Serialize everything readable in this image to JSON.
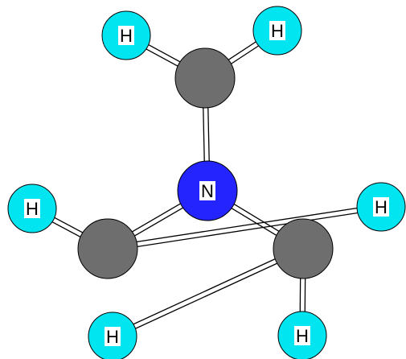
{
  "molecule": {
    "atoms": [
      {
        "id": "N1",
        "element": "N",
        "label": "N",
        "color": "#2424ff"
      },
      {
        "id": "C1",
        "element": "C",
        "label": "",
        "color": "#6e6e6e"
      },
      {
        "id": "C2",
        "element": "C",
        "label": "",
        "color": "#6e6e6e"
      },
      {
        "id": "C3",
        "element": "C",
        "label": "",
        "color": "#6e6e6e"
      },
      {
        "id": "H1",
        "element": "H",
        "label": "H",
        "color": "#00e5f0"
      },
      {
        "id": "H2",
        "element": "H",
        "label": "H",
        "color": "#00e5f0"
      },
      {
        "id": "H3",
        "element": "H",
        "label": "H",
        "color": "#00e5f0"
      },
      {
        "id": "H4",
        "element": "H",
        "label": "H",
        "color": "#00e5f0"
      },
      {
        "id": "H5",
        "element": "H",
        "label": "H",
        "color": "#00e5f0"
      },
      {
        "id": "H6",
        "element": "H",
        "label": "H",
        "color": "#00e5f0"
      }
    ],
    "bonds": [
      {
        "a": "N1",
        "b": "C1",
        "order": 1
      },
      {
        "a": "N1",
        "b": "C2",
        "order": 1
      },
      {
        "a": "N1",
        "b": "C3",
        "order": 1
      },
      {
        "a": "C1",
        "b": "H1",
        "order": 1
      },
      {
        "a": "C1",
        "b": "H2",
        "order": 1
      },
      {
        "a": "C2",
        "b": "H3",
        "order": 1
      },
      {
        "a": "C2",
        "b": "H4",
        "order": 1
      },
      {
        "a": "C3",
        "b": "H5",
        "order": 1
      },
      {
        "a": "C3",
        "b": "H6",
        "order": 1
      }
    ]
  }
}
